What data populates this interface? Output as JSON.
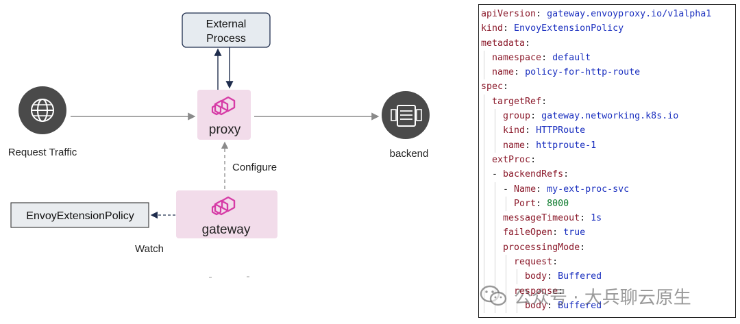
{
  "diagram": {
    "external_process": {
      "line1": "External",
      "line2": "Process"
    },
    "proxy_label": "proxy",
    "gateway_label": "gateway",
    "request_traffic_label": "Request Traffic",
    "backend_label": "backend",
    "configure_label": "Configure",
    "watch_label": "Watch",
    "policy_box_label": "EnvoyExtensionPolicy"
  },
  "yaml": [
    {
      "indent": 0,
      "key": "apiVersion",
      "value": "gateway.envoyproxy.io/v1alpha1",
      "type": "str"
    },
    {
      "indent": 0,
      "key": "kind",
      "value": "EnvoyExtensionPolicy",
      "type": "str"
    },
    {
      "indent": 0,
      "key": "metadata",
      "value": "",
      "type": "str"
    },
    {
      "indent": 1,
      "key": "namespace",
      "value": "default",
      "type": "str"
    },
    {
      "indent": 1,
      "key": "name",
      "value": "policy-for-http-route",
      "type": "str"
    },
    {
      "indent": 0,
      "key": "spec",
      "value": "",
      "type": "str"
    },
    {
      "indent": 1,
      "key": "targetRef",
      "value": "",
      "type": "str"
    },
    {
      "indent": 2,
      "key": "group",
      "value": "gateway.networking.k8s.io",
      "type": "str"
    },
    {
      "indent": 2,
      "key": "kind",
      "value": "HTTPRoute",
      "type": "str"
    },
    {
      "indent": 2,
      "key": "name",
      "value": "httproute-1",
      "type": "str"
    },
    {
      "indent": 1,
      "key": "extProc",
      "value": "",
      "type": "str"
    },
    {
      "indent": 1,
      "dash": true,
      "key": "backendRefs",
      "value": "",
      "type": "str"
    },
    {
      "indent": 2,
      "dash": true,
      "key": "Name",
      "value": "my-ext-proc-svc",
      "type": "str"
    },
    {
      "indent": 3,
      "key": "Port",
      "value": "8000",
      "type": "num"
    },
    {
      "indent": 2,
      "key": "messageTimeout",
      "value": "1s",
      "type": "str"
    },
    {
      "indent": 2,
      "key": "faileOpen",
      "value": "true",
      "type": "str"
    },
    {
      "indent": 2,
      "key": "processingMode",
      "value": "",
      "type": "str"
    },
    {
      "indent": 3,
      "key": "request",
      "value": "",
      "type": "str"
    },
    {
      "indent": 4,
      "key": "body",
      "value": "Buffered",
      "type": "str"
    },
    {
      "indent": 3,
      "key": "response",
      "value": "",
      "type": "str"
    },
    {
      "indent": 4,
      "key": "body",
      "value": "Buffered",
      "type": "str"
    }
  ],
  "watermark": "公众号 · 大兵聊云原生",
  "colors": {
    "envoy_pink": "#d63ba6",
    "node_fill": "#f2dcea",
    "icon_dark": "#4a4a4a",
    "ext_box_fill": "#e6ebf0",
    "policy_box_fill": "#e9ecef",
    "arrow_gray": "#8a8a8a",
    "arrow_navy": "#1f2d4d"
  }
}
